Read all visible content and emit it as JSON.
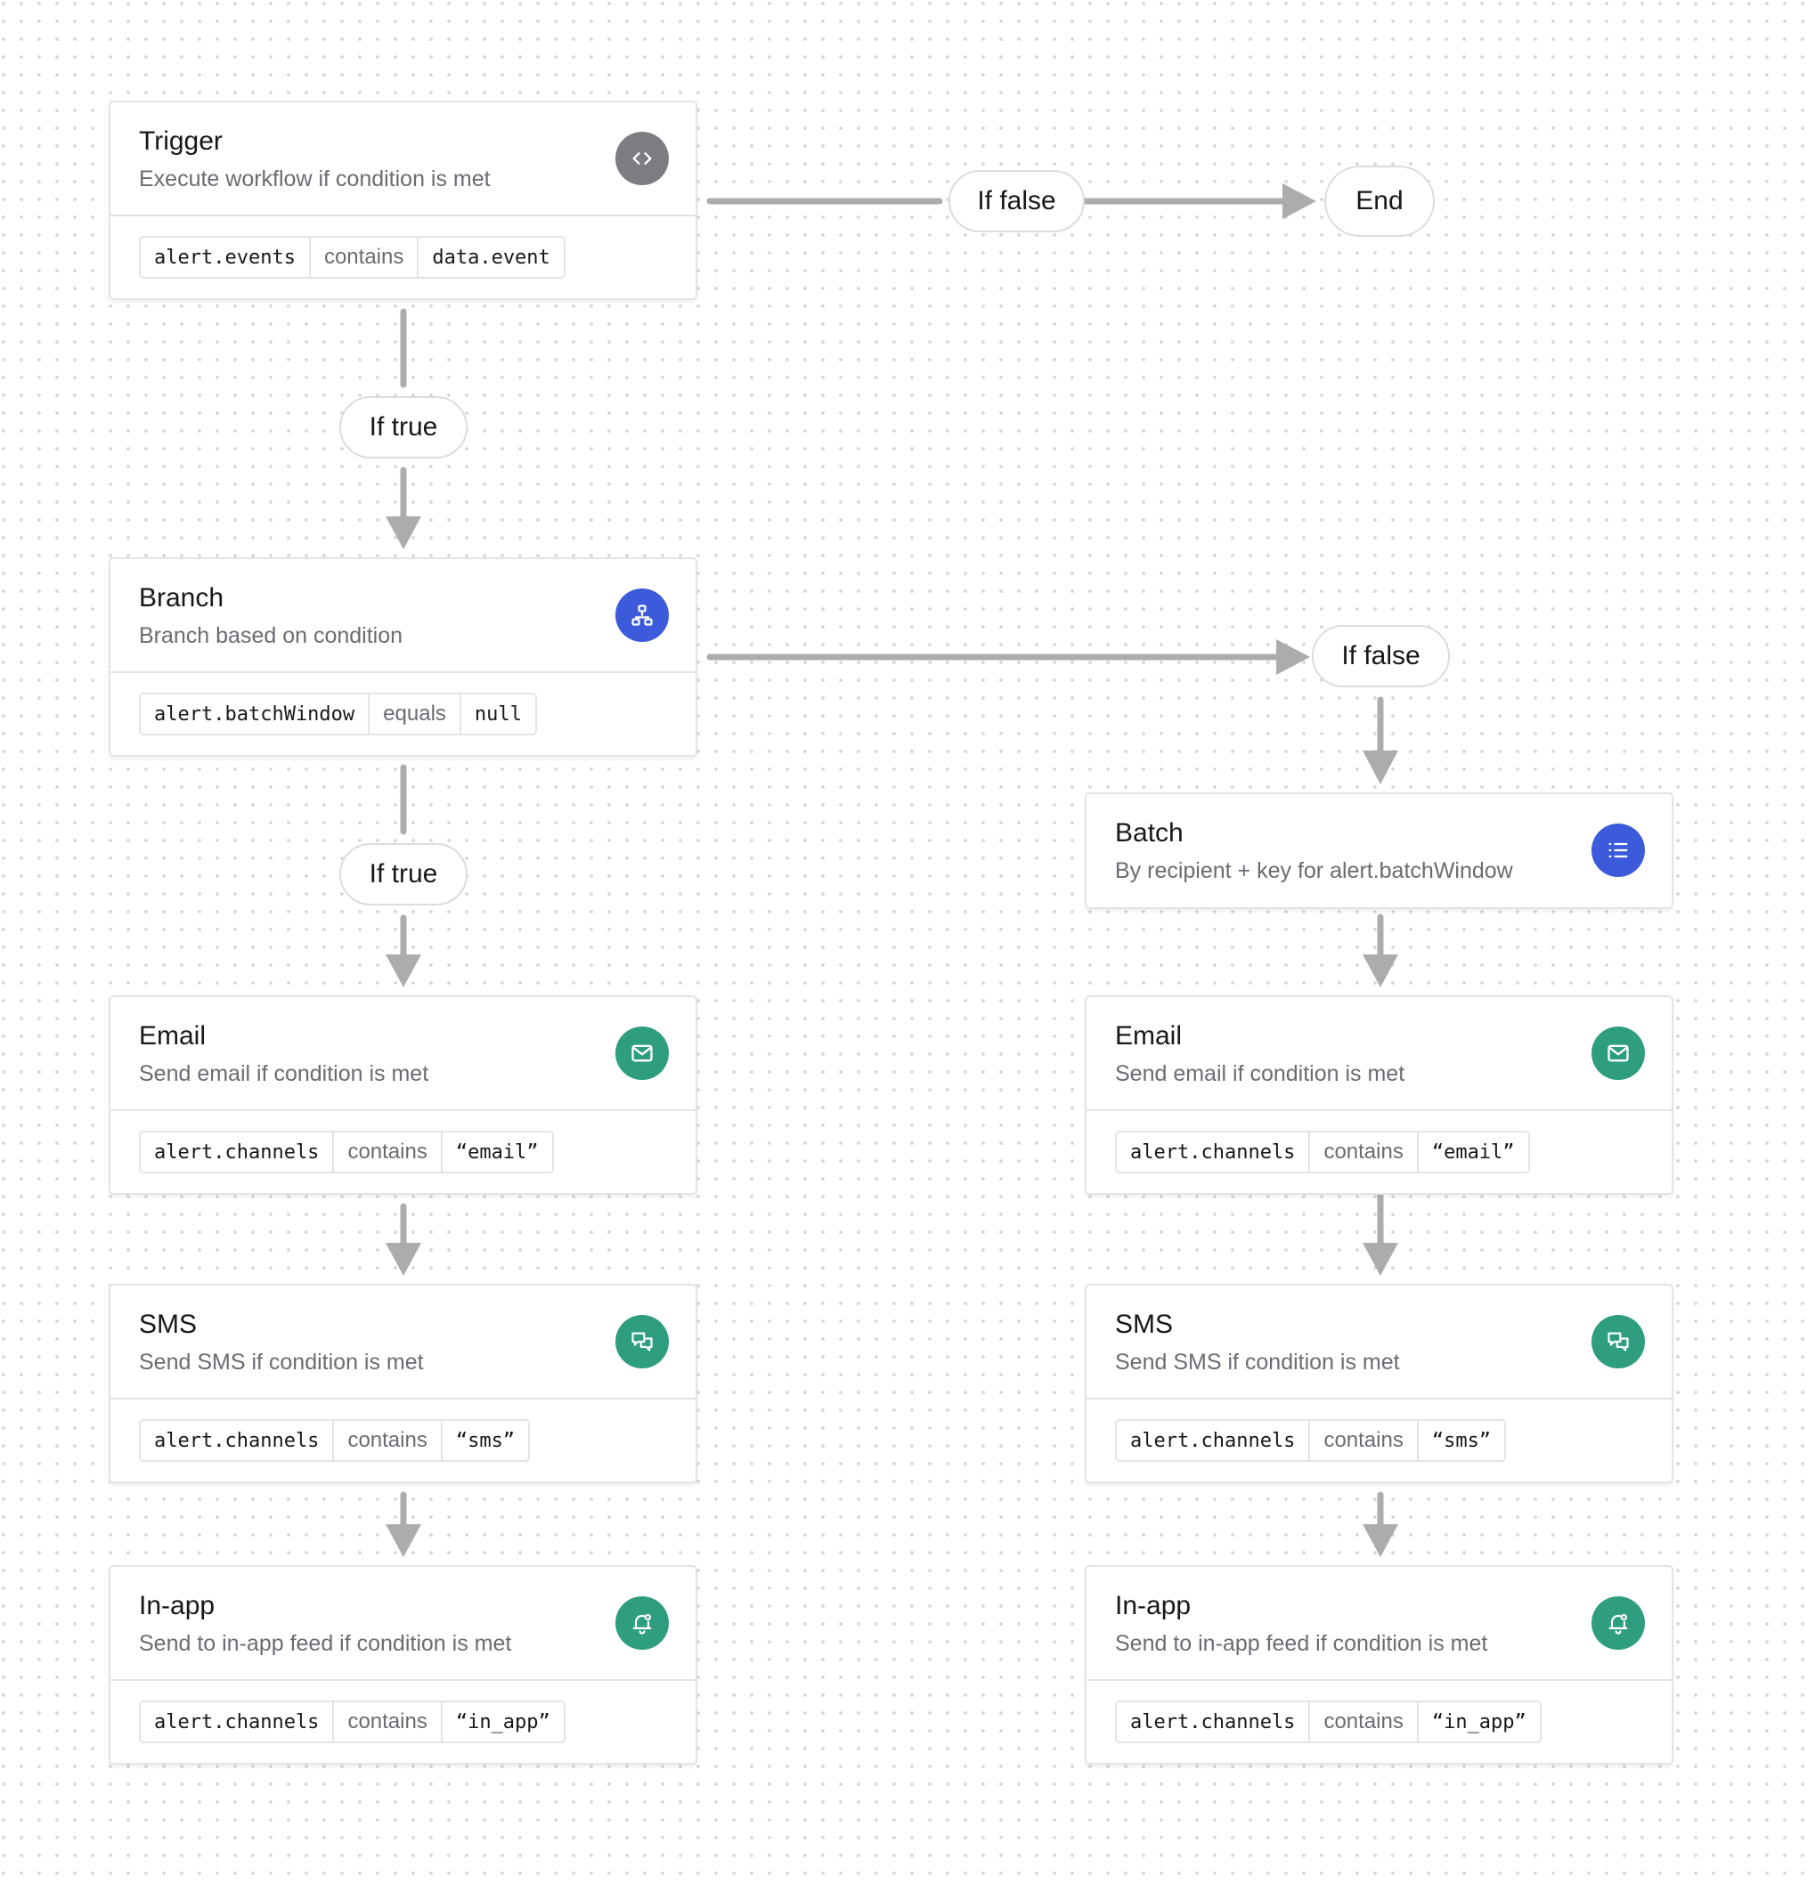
{
  "colors": {
    "edge": "#acacac",
    "trigger_badge": "#7c7c82",
    "logic_badge": "#3b5bdb",
    "channel_badge": "#2e9e7f",
    "card_border": "#e4e4e7",
    "muted_text": "#6b6b73"
  },
  "nodes": {
    "trigger": {
      "title": "Trigger",
      "subtitle": "Execute workflow if condition is met",
      "icon": "code-icon",
      "condition": {
        "field": "alert.events",
        "operator": "contains",
        "value": "data.event"
      }
    },
    "branch": {
      "title": "Branch",
      "subtitle": "Branch based on condition",
      "icon": "branch-icon",
      "condition": {
        "field": "alert.batchWindow",
        "operator": "equals",
        "value": "null"
      }
    },
    "batch": {
      "title": "Batch",
      "subtitle": "By recipient + key for alert.batchWindow",
      "icon": "list-icon"
    },
    "email_left": {
      "title": "Email",
      "subtitle": "Send email if condition is met",
      "icon": "mail-icon",
      "condition": {
        "field": "alert.channels",
        "operator": "contains",
        "value": "“email”"
      }
    },
    "email_right": {
      "title": "Email",
      "subtitle": "Send email if condition is met",
      "icon": "mail-icon",
      "condition": {
        "field": "alert.channels",
        "operator": "contains",
        "value": "“email”"
      }
    },
    "sms_left": {
      "title": "SMS",
      "subtitle": "Send SMS if condition is met",
      "icon": "chat-icon",
      "condition": {
        "field": "alert.channels",
        "operator": "contains",
        "value": "“sms”"
      }
    },
    "sms_right": {
      "title": "SMS",
      "subtitle": "Send SMS if condition is met",
      "icon": "chat-icon",
      "condition": {
        "field": "alert.channels",
        "operator": "contains",
        "value": "“sms”"
      }
    },
    "inapp_left": {
      "title": "In-app",
      "subtitle": "Send to in-app feed if condition is met",
      "icon": "bell-icon",
      "condition": {
        "field": "alert.channels",
        "operator": "contains",
        "value": "“in_app”"
      }
    },
    "inapp_right": {
      "title": "In-app",
      "subtitle": "Send to in-app feed if condition is met",
      "icon": "bell-icon",
      "condition": {
        "field": "alert.channels",
        "operator": "contains",
        "value": "“in_app”"
      }
    }
  },
  "labels": {
    "trigger_false": "If false",
    "end": "End",
    "trigger_true": "If true",
    "branch_false": "If false",
    "branch_true": "If true"
  },
  "edges": [
    {
      "from": "trigger",
      "to": "end",
      "label": "If false"
    },
    {
      "from": "trigger",
      "to": "branch",
      "label": "If true"
    },
    {
      "from": "branch",
      "to": "batch",
      "label": "If false"
    },
    {
      "from": "branch",
      "to": "email_left",
      "label": "If true"
    },
    {
      "from": "email_left",
      "to": "sms_left"
    },
    {
      "from": "sms_left",
      "to": "inapp_left"
    },
    {
      "from": "batch",
      "to": "email_right"
    },
    {
      "from": "email_right",
      "to": "sms_right"
    },
    {
      "from": "sms_right",
      "to": "inapp_right"
    }
  ]
}
